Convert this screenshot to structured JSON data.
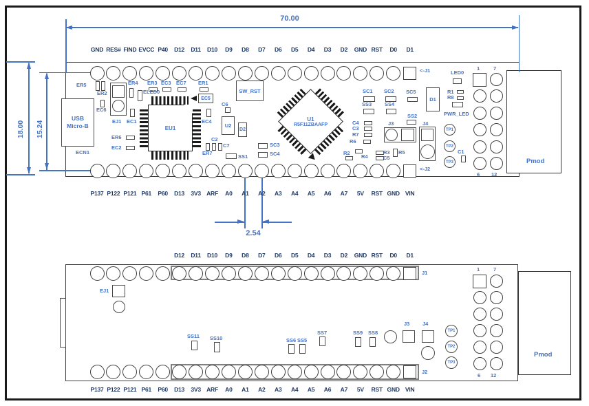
{
  "dimensions": {
    "board_width": "70.00",
    "board_height": "18.00",
    "pin_row_spacing": "15.24",
    "pin_pitch": "2.54"
  },
  "top_board": {
    "top_pin_labels": [
      "GND",
      "RES#",
      "FIND",
      "EVCC",
      "P40",
      "D12",
      "D11",
      "D10",
      "D9",
      "D8",
      "D7",
      "D6",
      "D5",
      "D4",
      "D3",
      "D2",
      "GND",
      "RST",
      "D0",
      "D1"
    ],
    "bottom_pin_labels": [
      "P137",
      "P122",
      "P121",
      "P61",
      "P60",
      "D13",
      "3V3",
      "ARF",
      "A0",
      "A1",
      "A2",
      "A3",
      "A4",
      "A5",
      "A6",
      "A7",
      "5V",
      "RST",
      "GND",
      "VIN"
    ],
    "j1_pointer": "<-J1",
    "j2_pointer": "<-J2",
    "usb": {
      "line1": "USB",
      "line2": "Micro-B",
      "ref": "ECN1"
    },
    "components": {
      "ER5": "ER5",
      "ER2": "ER2",
      "EC6": "EC6",
      "EJ1": "EJ1",
      "EC1": "EC1",
      "ER4": "ER4",
      "ELED0": "ELED0",
      "ER3": "ER3",
      "EC3": "EC3",
      "EC7": "EC7",
      "ER1": "ER1",
      "EC5": "EC5",
      "EU1": "EU1",
      "ER6": "ER6",
      "EC2": "EC2",
      "EC4": "EC4",
      "ER7": "ER7",
      "C2": "C2",
      "C7": "C7",
      "C6": "C6",
      "SW_RST": "SW_RST",
      "U2": "U2",
      "D2": "D2",
      "SS1": "SS1",
      "SC3": "SC3",
      "SC4": "SC4",
      "U1": "U1",
      "U1_PART": "R5F11ZBAAFP",
      "SC1": "SC1",
      "SC2": "SC2",
      "SC5": "SC5",
      "SS3": "SS3",
      "SS4": "SS4",
      "SS2": "SS2",
      "D1": "D1",
      "LED0": "LED0",
      "R1": "R1",
      "R8": "R8",
      "PWR_LED": "PWR_LED",
      "J3": "J3",
      "J4": "J4",
      "TP1": "TP1",
      "TP2": "TP2",
      "TP3": "TP3",
      "C1": "C1",
      "C4": "C4",
      "C3": "C3",
      "R7": "R7",
      "R6": "R6",
      "R2": "R2",
      "R4": "R4",
      "R3": "R3",
      "C5": "C5",
      "R5": "R5"
    },
    "pmod": {
      "label": "Pmod",
      "top_left": "1",
      "top_right": "7",
      "bottom_left": "6",
      "bottom_right": "12"
    }
  },
  "bottom_board": {
    "top_pin_labels": [
      "D12",
      "D11",
      "D10",
      "D9",
      "D8",
      "D7",
      "D6",
      "D5",
      "D4",
      "D3",
      "D2",
      "GND",
      "RST",
      "D0",
      "D1"
    ],
    "bottom_pin_labels": [
      "P137",
      "P122",
      "P121",
      "P61",
      "P60",
      "D13",
      "3V3",
      "ARF",
      "A0",
      "A1",
      "A2",
      "A3",
      "A4",
      "A5",
      "A6",
      "A7",
      "5V",
      "RST",
      "GND",
      "VIN"
    ],
    "components": {
      "J1": "J1",
      "J2": "J2",
      "J3": "J3",
      "J4": "J4",
      "EJ1": "EJ1",
      "SS11": "SS11",
      "SS10": "SS10",
      "SS6": "SS6",
      "SS5": "SS5",
      "SS7": "SS7",
      "SS9": "SS9",
      "SS8": "SS8",
      "TP1": "TP1",
      "TP2": "TP2",
      "TP3": "TP3"
    },
    "pmod": {
      "label": "Pmod",
      "top_left": "1",
      "top_right": "7",
      "bottom_left": "6",
      "bottom_right": "12"
    }
  },
  "colors": {
    "accent": "#4472C4",
    "pin_text": "#1F3864",
    "outline": "#4a4a4a"
  }
}
